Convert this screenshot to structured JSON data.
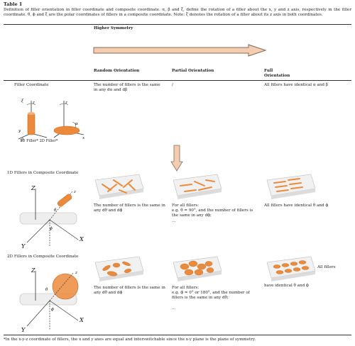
{
  "table": {
    "label": "Table 1",
    "caption": "Definition of filler orientation in filler coordinate and composite coordinate. α, β and ξ, define the rotation of a filler about the x, y and z axis, respectively in the filler coordinate. θ, ϕ and ξ are the polar coordinates of fillers in a composite coordinate. Note: ξ denotes the rotation of a filler about its z axis in both coordinates."
  },
  "header": {
    "higher_symmetry": "Higher Symmetry",
    "col_random": "Random Orientation",
    "col_partial": "Partial Orientation",
    "col_full": "Full Orientation"
  },
  "row_filler": {
    "label": "Filler Coordinate",
    "random": "The number of fillers is the same in any dα and dβ",
    "partial": "/",
    "full": "All fillers have identical α and β",
    "legend": "1D Filler* 2D Filler*"
  },
  "row_1d": {
    "label": "1D Fillers in Composite Coordinate",
    "random": "The number of fillers is the same in any dθ and dϕ",
    "partial_1": "For all fillers:",
    "partial_2": "e.g. θ = 90°, and the number of fillers is the same in any dϕ;",
    "partial_3": "…",
    "full": "All fillers have identical θ and ϕ"
  },
  "row_2d": {
    "label": "2D Fillers in Composite Coordinate",
    "random": "The number of fillers is the same in any dθ and dϕ",
    "partial_1": "For all fillers:",
    "partial_2": "e.g. ϕ = 0° or 180°, and the number of fillers is the same in any dθ;",
    "partial_3": "…",
    "full_a": "All fillers",
    "full_b": "have identical θ and ϕ"
  },
  "axes": {
    "x": "x",
    "y": "y",
    "z": "z",
    "X": "X",
    "Y": "Y",
    "Z": "Z",
    "alpha": "α",
    "beta": "β",
    "xi": "ξ",
    "theta": "θ",
    "phi": "ϕ"
  },
  "footnote": "*In the x-y-z coordinate of fillers, the x and y axes are equal and interswitchable since the x-y plane is the plane of symmetry.",
  "colors": {
    "filler": "#ec8a3c",
    "filler_dark": "#c8661e",
    "arrow_fill": "#f2cdb2",
    "arrow_stroke": "#8a6a55",
    "tray": "#eeeeee"
  }
}
